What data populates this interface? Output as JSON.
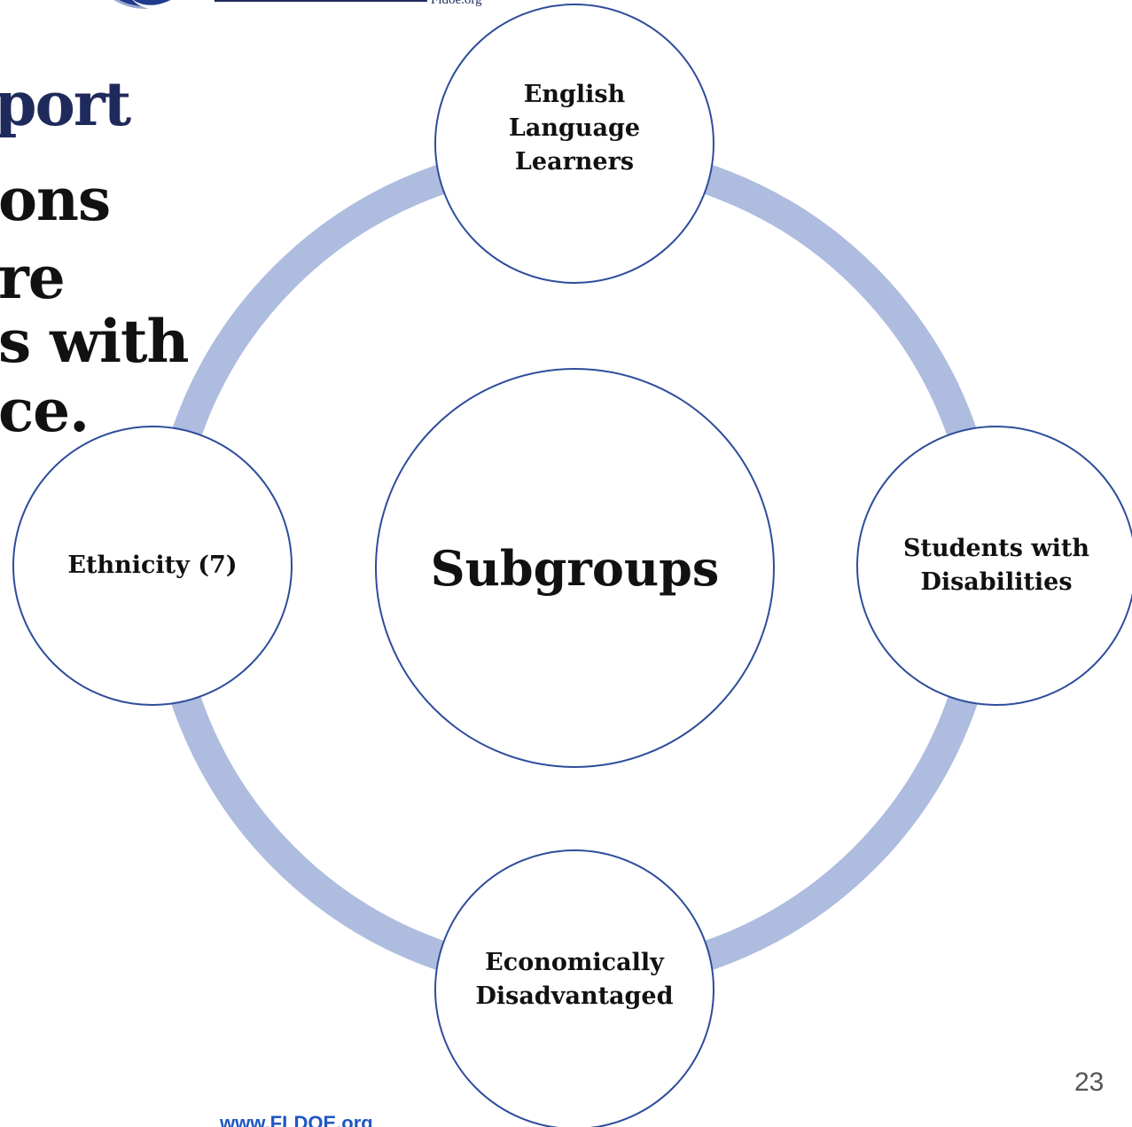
{
  "header": {
    "site": "Fldoe.org"
  },
  "slide": {
    "title": "port",
    "body_lines": [
      "ons",
      "re",
      "s with",
      "ce."
    ]
  },
  "diagram": {
    "center": "Subgroups",
    "nodes": {
      "top": [
        "English",
        "Language",
        "Learners"
      ],
      "right": [
        "Students with",
        "Disabilities"
      ],
      "bottom": [
        "Economically",
        "Disadvantaged"
      ],
      "left": [
        "Ethnicity (7)"
      ]
    },
    "ring_color": "#aebcdf",
    "outline_color": "#2e4d9b"
  },
  "footer": {
    "url": "www.FLDOE.org",
    "page_number": "23"
  }
}
